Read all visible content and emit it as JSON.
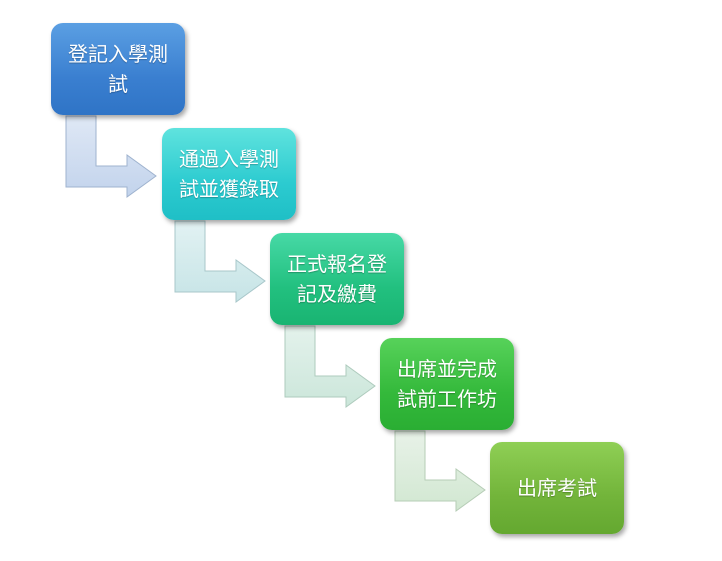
{
  "steps": [
    {
      "label": "登記入學測試",
      "color": "#3a7fd0"
    },
    {
      "label": "通過入學測試並獲錄取",
      "color": "#2ccbd0"
    },
    {
      "label": "正式報名登記及繳費",
      "color": "#22c07f"
    },
    {
      "label": "出席並完成試前工作坊",
      "color": "#34b93b"
    },
    {
      "label": "出席考試",
      "color": "#72b43a"
    }
  ],
  "connector_colors": [
    "#c5d6ee",
    "#c9e6e9",
    "#cfe9df",
    "#d5ead5"
  ]
}
